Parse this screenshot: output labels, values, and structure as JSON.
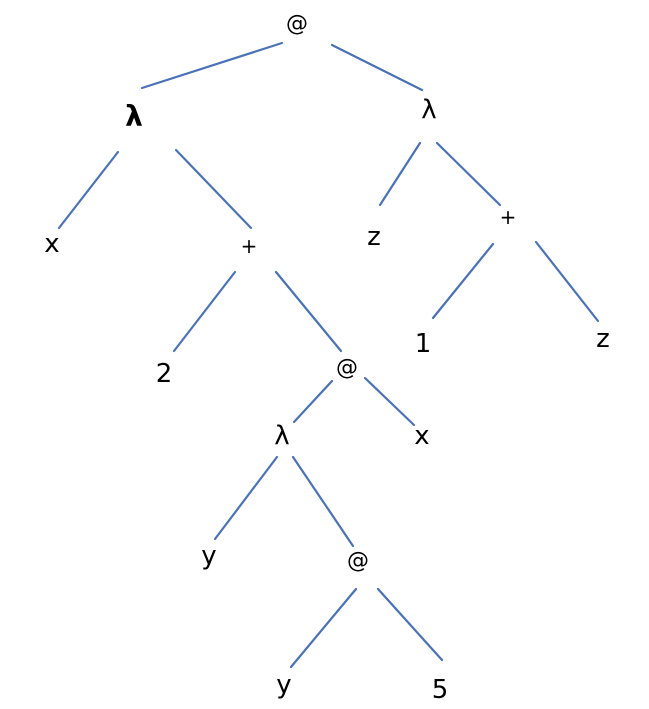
{
  "colors": {
    "edge": "#4a72b8",
    "text": "#000000",
    "background": "#ffffff"
  },
  "tree": {
    "nodes": [
      {
        "id": "n_app_root",
        "label": "@"
      },
      {
        "id": "n_lambda_x",
        "label": "λ"
      },
      {
        "id": "n_lambda_z",
        "label": "λ"
      },
      {
        "id": "n_var_x",
        "label": "x"
      },
      {
        "id": "n_plus_left",
        "label": "+"
      },
      {
        "id": "n_var_z_param",
        "label": "z"
      },
      {
        "id": "n_plus_right",
        "label": "+"
      },
      {
        "id": "n_num_2",
        "label": "2"
      },
      {
        "id": "n_app_mid",
        "label": "@"
      },
      {
        "id": "n_num_1",
        "label": "1"
      },
      {
        "id": "n_var_z_body",
        "label": "z"
      },
      {
        "id": "n_lambda_y",
        "label": "λ"
      },
      {
        "id": "n_var_x_arg",
        "label": "x"
      },
      {
        "id": "n_var_y_param",
        "label": "y"
      },
      {
        "id": "n_app_inner",
        "label": "@"
      },
      {
        "id": "n_var_y_body",
        "label": "y"
      },
      {
        "id": "n_num_5",
        "label": "5"
      }
    ],
    "edges": [
      {
        "from": "n_app_root",
        "to": "n_lambda_x"
      },
      {
        "from": "n_app_root",
        "to": "n_lambda_z"
      },
      {
        "from": "n_lambda_x",
        "to": "n_var_x"
      },
      {
        "from": "n_lambda_x",
        "to": "n_plus_left"
      },
      {
        "from": "n_lambda_z",
        "to": "n_var_z_param"
      },
      {
        "from": "n_lambda_z",
        "to": "n_plus_right"
      },
      {
        "from": "n_plus_left",
        "to": "n_num_2"
      },
      {
        "from": "n_plus_left",
        "to": "n_app_mid"
      },
      {
        "from": "n_plus_right",
        "to": "n_num_1"
      },
      {
        "from": "n_plus_right",
        "to": "n_var_z_body"
      },
      {
        "from": "n_app_mid",
        "to": "n_lambda_y"
      },
      {
        "from": "n_app_mid",
        "to": "n_var_x_arg"
      },
      {
        "from": "n_lambda_y",
        "to": "n_var_y_param"
      },
      {
        "from": "n_lambda_y",
        "to": "n_app_inner"
      },
      {
        "from": "n_app_inner",
        "to": "n_var_y_body"
      },
      {
        "from": "n_app_inner",
        "to": "n_num_5"
      }
    ]
  }
}
